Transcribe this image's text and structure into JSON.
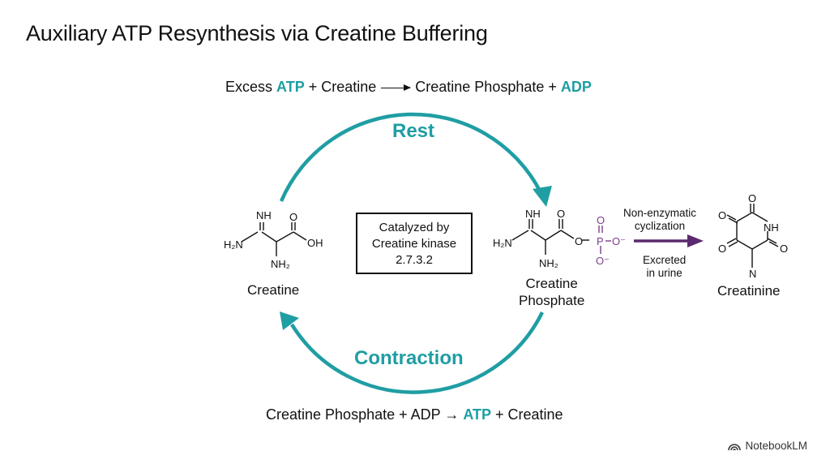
{
  "title": "Auxiliary ATP Resynthesis via Creatine Buffering",
  "top_equation": {
    "part1": "Excess ",
    "atp": "ATP",
    "part2": " + Creatine",
    "part3": "Creatine Phosphate + ",
    "adp": "ADP"
  },
  "bottom_equation": {
    "part1": "Creatine Phosphate + ADP → ",
    "atp": "ATP",
    "part2": " + Creatine"
  },
  "cycle": {
    "rest_label": "Rest",
    "contraction_label": "Contraction"
  },
  "enzyme_box": {
    "line1": "Catalyzed by",
    "line2": "Creatine kinase",
    "line3": "2.7.3.2"
  },
  "creatine": {
    "caption": "Creatine",
    "nh": "NH",
    "h2n": "H₂N",
    "o": "O",
    "oh": "OH",
    "nh2": "NH₂"
  },
  "creatine_phosphate": {
    "caption_line1": "Creatine",
    "caption_line2": "Phosphate",
    "nh": "NH",
    "h2n": "H₂N",
    "o_carbonyl": "O",
    "o_ester": "O",
    "p": "P",
    "o_top": "O",
    "o_minus_right": "O⁻",
    "o_minus_bottom": "O⁻",
    "nh2": "NH₂"
  },
  "conversion": {
    "label_line1": "Non-enzymatic",
    "label_line2": "cyclization",
    "excreted_line1": "Excreted",
    "excreted_line2": "in urine"
  },
  "creatinine": {
    "caption": "Creatinine",
    "o1": "O",
    "o2": "O",
    "o3": "O",
    "o4": "O",
    "nh": "NH",
    "n": "N"
  },
  "brand": "NotebookLM",
  "colors": {
    "teal": "#1f9ea3",
    "purple": "#5b2a6e",
    "phosphate_purple": "#7b3f8c",
    "text": "#111111"
  }
}
